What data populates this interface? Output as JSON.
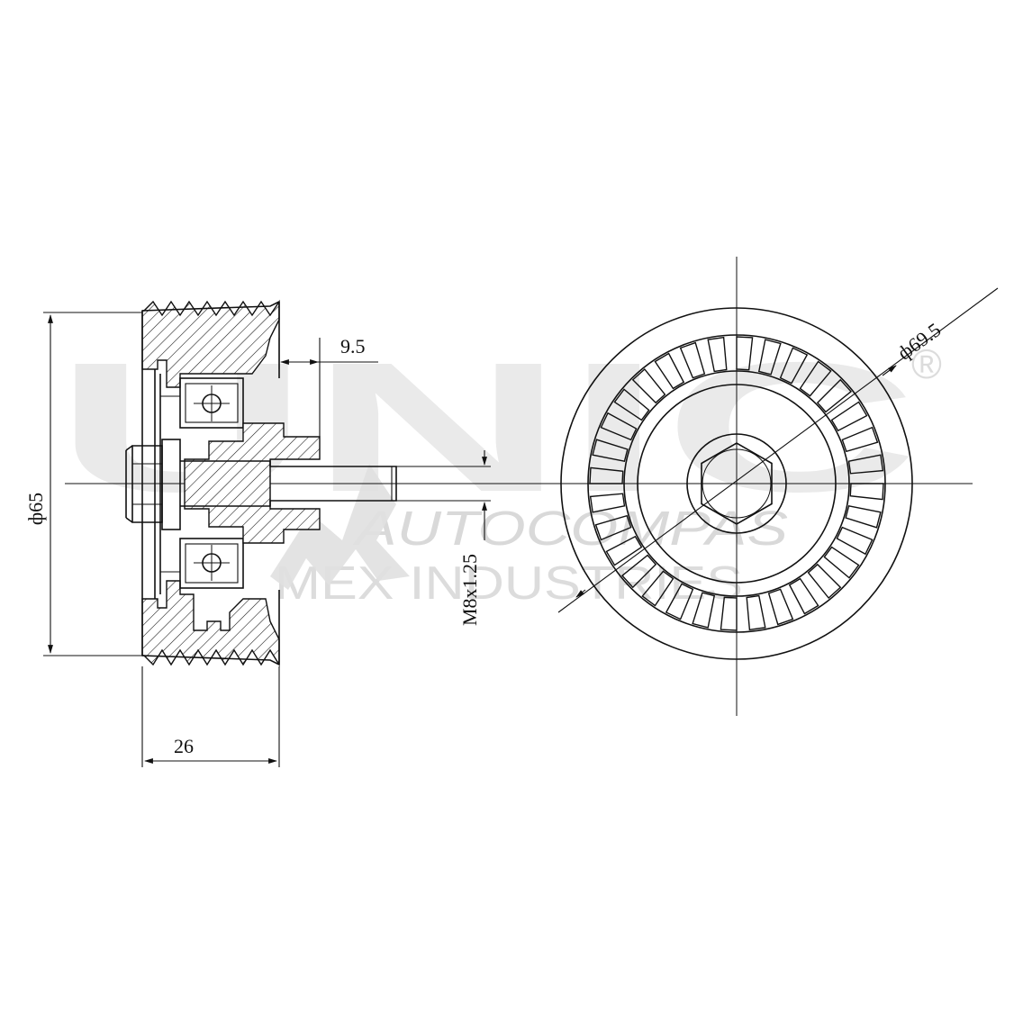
{
  "dimensions": {
    "pulley_diameter": "ф65",
    "offset": "9.5",
    "width": "26",
    "thread": "M8x1.25",
    "outer_diameter": "ф69.5"
  },
  "watermark": {
    "brand": "UNIC",
    "registered": "®",
    "line1": "AUTOCOMPAS",
    "line2": "MEX INDUSTRIES"
  },
  "colors": {
    "line": "#111111",
    "watermark": "#d9d9d9",
    "background": "#ffffff"
  }
}
